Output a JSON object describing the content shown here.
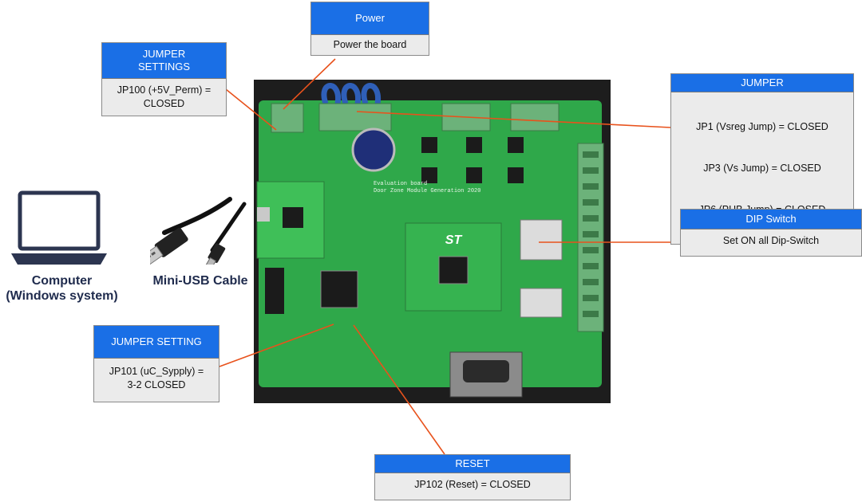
{
  "callouts": {
    "power": {
      "title": "Power",
      "text": "Power the board"
    },
    "jumper_settings_top": {
      "title": "JUMPER\nSETTINGS",
      "text": "JP100 (+5V_Perm) =\nCLOSED"
    },
    "jumper_right": {
      "title": "JUMPER",
      "lines": [
        "JP1 (Vsreg Jump)  = CLOSED",
        "JP3 (Vs Jump) = CLOSED",
        "JP6 (PHB Jump)  = CLOSED"
      ]
    },
    "dip_switch": {
      "title": "DIP Switch",
      "text": "Set ON all Dip-Switch"
    },
    "jumper_setting_bottom": {
      "title": "JUMPER SETTING",
      "text": "JP101 (uC_Sypply) =\n3-2 CLOSED"
    },
    "reset": {
      "title": "RESET",
      "text": "JP102 (Reset) = CLOSED"
    }
  },
  "labels": {
    "computer": "Computer\n(Windows system)",
    "cable": "Mini-USB Cable"
  },
  "board_text": {
    "board_title": "Evaluation board",
    "board_subtitle": "Door Zone Module Generation 2020",
    "st_logo": "ST"
  },
  "icons": {
    "computer": "laptop-icon",
    "cable": "usb-cable-icon"
  },
  "colors": {
    "callout_header": "#1a6fe6",
    "callout_body": "#ebebeb",
    "leader_line": "#e8521c",
    "pcb_green": "#2fa84a",
    "label_navy": "#1f2b4d"
  }
}
